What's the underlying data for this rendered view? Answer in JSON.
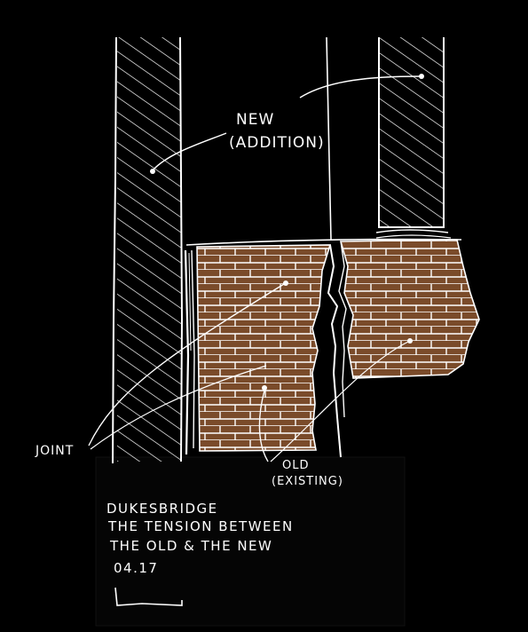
{
  "labels": {
    "new": "NEW",
    "new_sub": "(ADDITION)",
    "joint": "JOINT",
    "old": "OLD",
    "old_sub": "(EXISTING)"
  },
  "caption": {
    "line1": "DUKESBRIDGE",
    "line2": "THE TENSION BETWEEN",
    "line3": "THE OLD & THE NEW",
    "line4": "04.17"
  },
  "colors": {
    "background": "#000000",
    "brick": "#7a4b2a",
    "chalk": "#ffffff"
  }
}
